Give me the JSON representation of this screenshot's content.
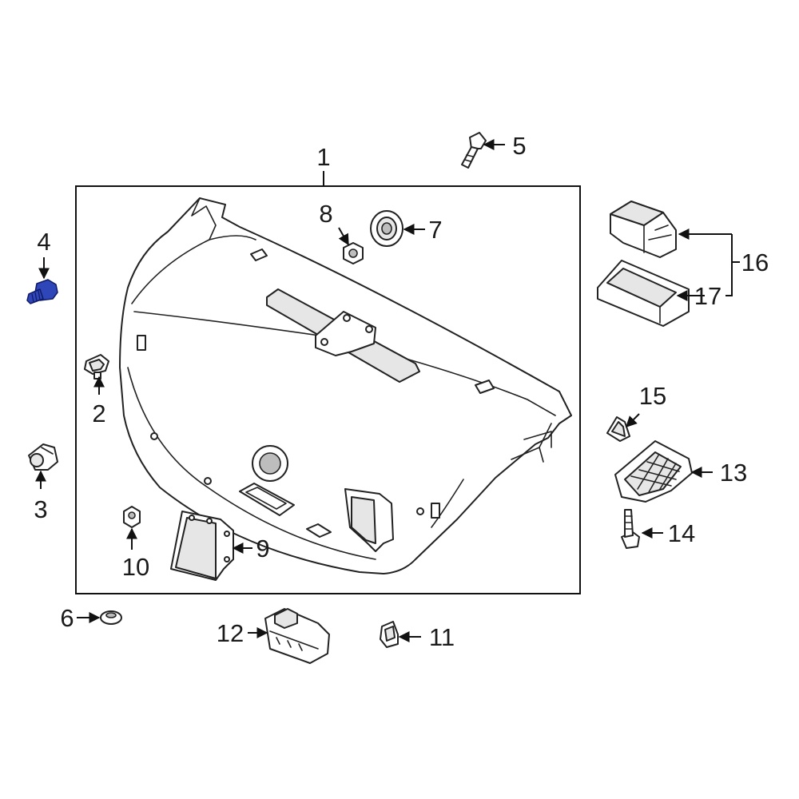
{
  "diagram": {
    "labels": {
      "p1": "1",
      "p2": "2",
      "p3": "3",
      "p4": "4",
      "p5": "5",
      "p6": "6",
      "p7": "7",
      "p8": "8",
      "p9": "9",
      "p10": "10",
      "p11": "11",
      "p12": "12",
      "p13": "13",
      "p14": "14",
      "p15": "15",
      "p16": "16",
      "p17": "17"
    },
    "highlight_color": "#2f46b8",
    "highlighted_part": "4"
  }
}
